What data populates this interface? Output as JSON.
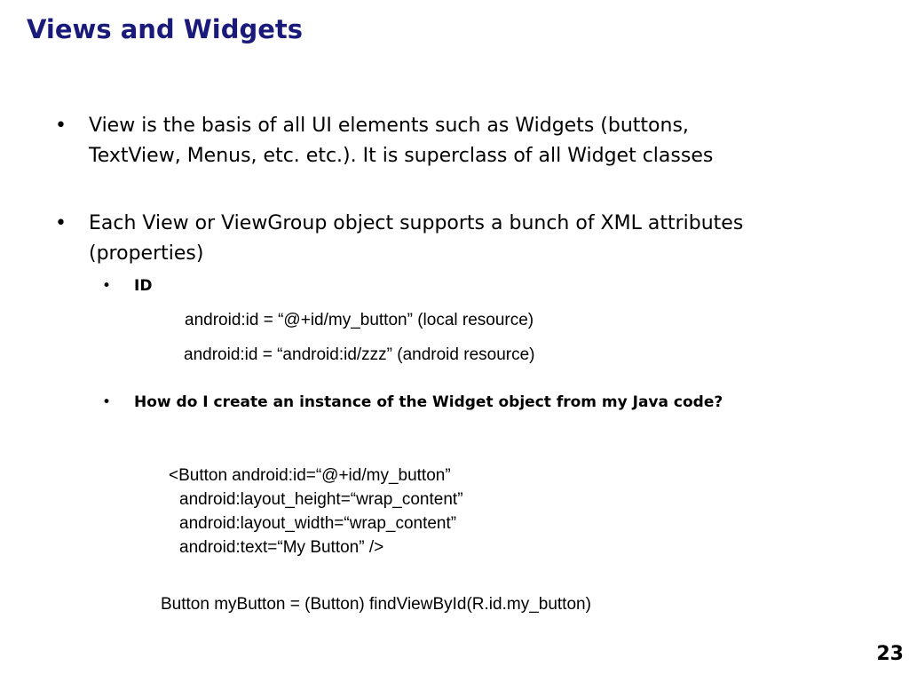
{
  "slide": {
    "title": "Views and Widgets",
    "page_number": "23"
  },
  "bullets": [
    {
      "marker": "•",
      "text": "View is the basis of all UI elements such as Widgets (buttons, TextView, Menus, etc. etc.). It is superclass of all Widget classes"
    },
    {
      "marker": "•",
      "text": "Each View or ViewGroup object supports a bunch of XML attributes (properties)"
    }
  ],
  "sub_bullets": [
    {
      "marker": "•",
      "text": "ID"
    },
    {
      "marker": "•",
      "text": "How do I create an instance of the Widget object from my Java code?"
    }
  ],
  "id_examples": [
    "android:id = “@+id/my_button” (local resource)",
    "android:id = “android:id/zzz” (android resource)"
  ],
  "xml_code": [
    "<Button android:id=“@+id/my_button”",
    "android:layout_height=“wrap_content”",
    "android:layout_width=“wrap_content”",
    "android:text=“My Button” />"
  ],
  "java_code": "Button myButton = (Button) findViewById(R.id.my_button)"
}
